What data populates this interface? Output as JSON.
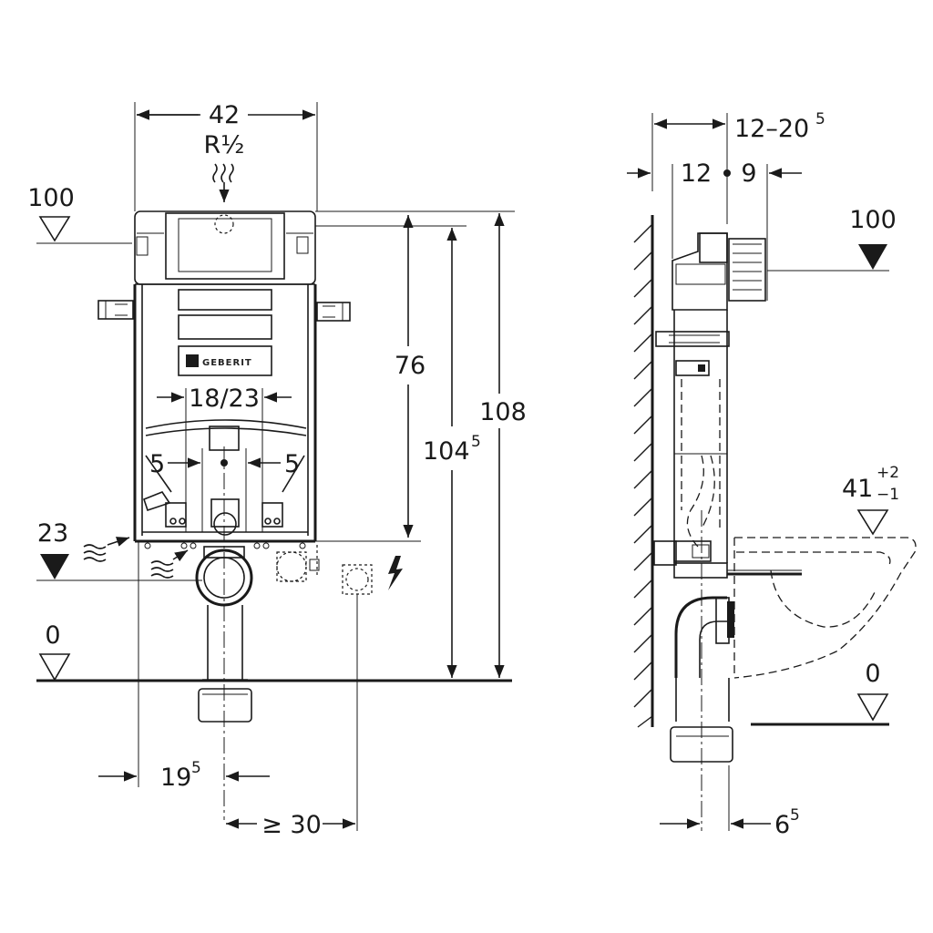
{
  "front_view": {
    "width": "42",
    "connection": "R½",
    "level_top": "100",
    "level_side": "23",
    "level_floor": "0",
    "brand": "GEBERIT",
    "spacing": "18/23",
    "offset_left": "5",
    "offset_right": "5",
    "height_a": "76",
    "height_b_main": "104",
    "height_b_sup": "5",
    "height_c": "108",
    "drain_offset_main": "19",
    "drain_offset_sup": "5",
    "socket_distance": "≥ 30"
  },
  "side_view": {
    "depth_range_main": "12–20",
    "depth_range_sup": "5",
    "depth_a": "12",
    "depth_b": "9",
    "level_top": "100",
    "bowl_height_main": "41",
    "bowl_tol_plus": "+2",
    "bowl_tol_minus": "−1",
    "level_floor": "0",
    "drain_offset_main": "6",
    "drain_offset_sup": "5"
  },
  "icons": [
    "water-supply-icon",
    "electrical-icon",
    "level-marker-icon",
    "arrow-icon",
    "wall-hatch-icon"
  ]
}
